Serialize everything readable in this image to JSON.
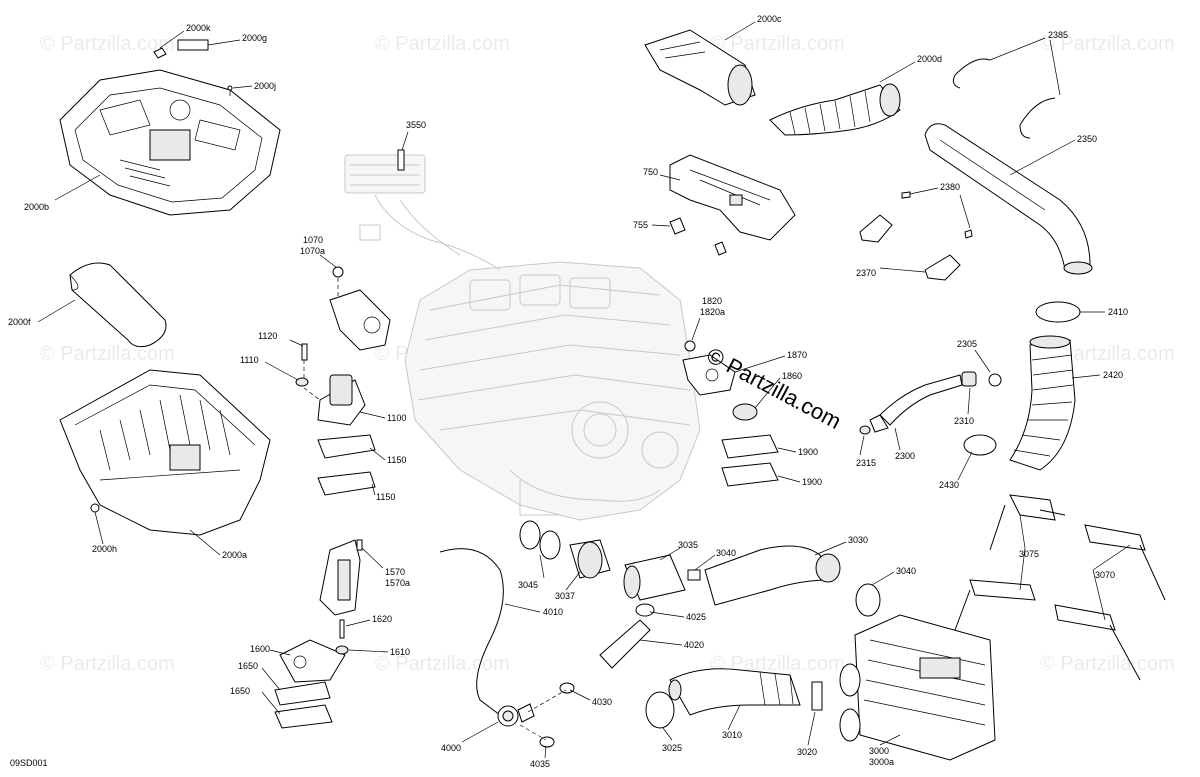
{
  "watermark": {
    "main": "© Partzilla.com",
    "tile": "© Partzilla.com"
  },
  "diagram_code": "09SD001",
  "labels": {
    "l2000k": "2000k",
    "l2000g": "2000g",
    "l2000j": "2000j",
    "l2000b": "2000b",
    "l2000f": "2000f",
    "l2000h": "2000h",
    "l2000a": "2000a",
    "l3550": "3550",
    "l1070": "1070",
    "l1070a": "1070a",
    "l1120": "1120",
    "l1110": "1110",
    "l1100": "1100",
    "l1150a": "1150",
    "l1150b": "1150",
    "l1570": "1570",
    "l1570a": "1570a",
    "l1620": "1620",
    "l1600": "1600",
    "l1610": "1610",
    "l1650a": "1650",
    "l1650b": "1650",
    "l2000c": "2000c",
    "l2000d": "2000d",
    "l750": "750",
    "l755": "755",
    "l1820": "1820",
    "l1820a": "1820a",
    "l1870": "1870",
    "l1860": "1860",
    "l1900a": "1900",
    "l1900b": "1900",
    "l2385": "2385",
    "l2350": "2350",
    "l2380": "2380",
    "l2370": "2370",
    "l2410": "2410",
    "l2305": "2305",
    "l2420": "2420",
    "l2310": "2310",
    "l2315": "2315",
    "l2300": "2300",
    "l2430": "2430",
    "l3035": "3035",
    "l3040a": "3040",
    "l3030": "3030",
    "l3040b": "3040",
    "l3045": "3045",
    "l3037": "3037",
    "l4010": "4010",
    "l4025": "4025",
    "l4020": "4020",
    "l4030": "4030",
    "l4000": "4000",
    "l4035": "4035",
    "l3025": "3025",
    "l3010": "3010",
    "l3020": "3020",
    "l3000": "3000",
    "l3000a": "3000a",
    "l3075": "3075",
    "l3070": "3070"
  }
}
